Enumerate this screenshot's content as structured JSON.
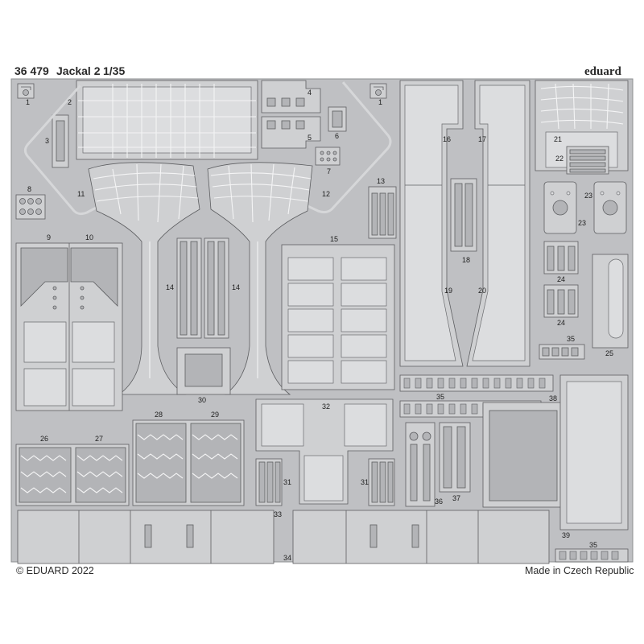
{
  "header": {
    "code": "36 479",
    "title": "Jackal 2",
    "scale": "1/35",
    "brand": "eduard"
  },
  "footer": {
    "copyright": "© EDUARD 2022",
    "origin": "Made in Czech Republic"
  },
  "part_numbers": [
    "1",
    "1",
    "2",
    "3",
    "4",
    "5",
    "6",
    "7",
    "8",
    "9",
    "10",
    "11",
    "12",
    "13",
    "14",
    "14",
    "15",
    "16",
    "17",
    "18",
    "19",
    "20",
    "21",
    "22",
    "23",
    "23",
    "24",
    "24",
    "25",
    "26",
    "27",
    "28",
    "29",
    "30",
    "31",
    "31",
    "32",
    "33",
    "34",
    "35",
    "35",
    "35",
    "36",
    "37",
    "38",
    "39"
  ],
  "colors": {
    "fret": "#bfc0c3",
    "part": "#cfd0d2",
    "outline": "#5d5e61",
    "text": "#2a2a2a"
  }
}
